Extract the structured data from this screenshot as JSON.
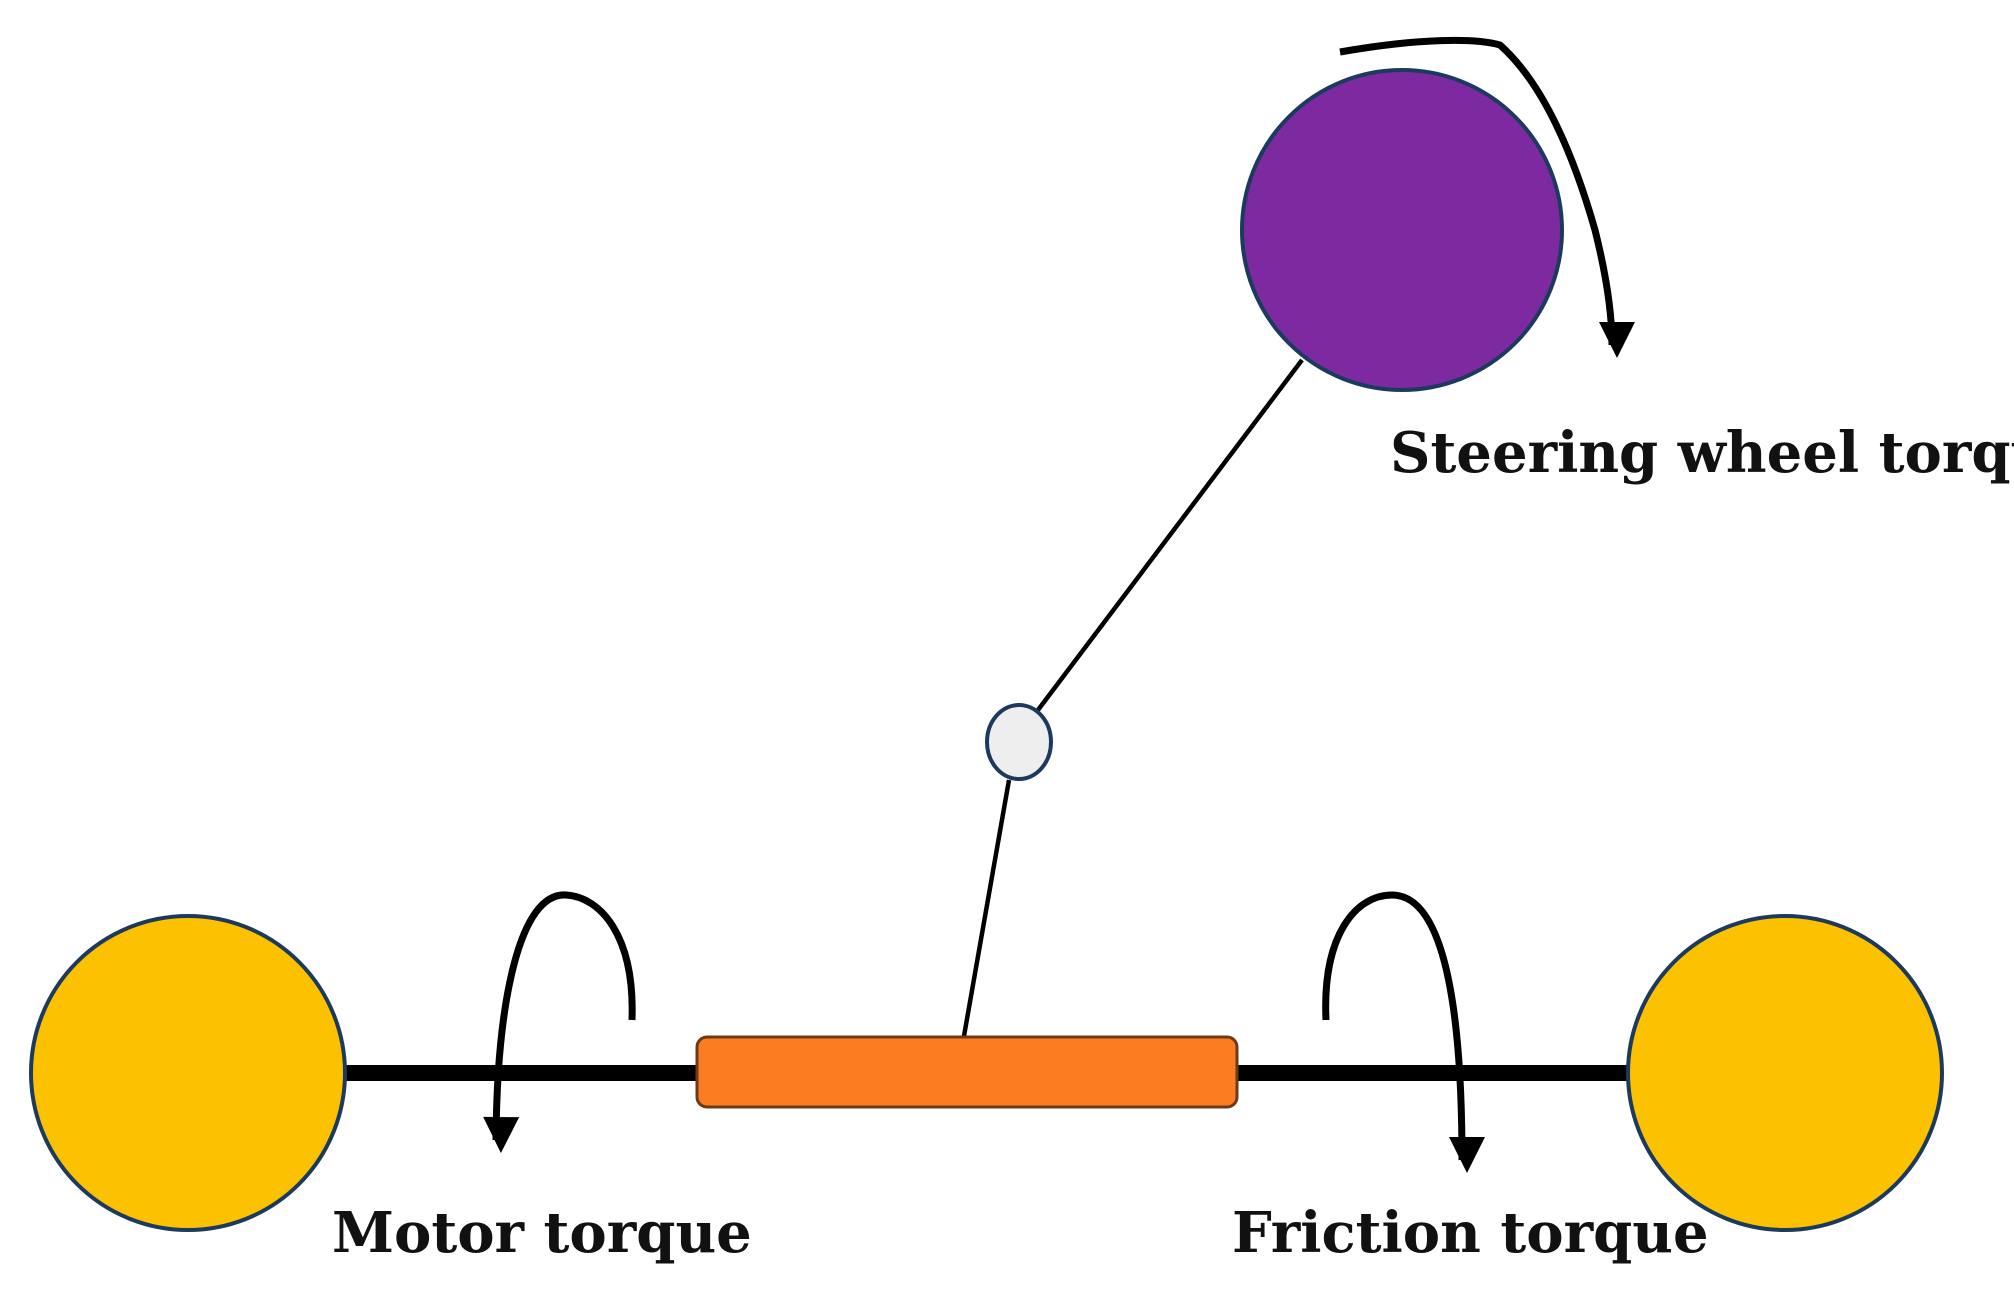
{
  "labels": {
    "steering_wheel_torque": "Steering wheel torque",
    "motor_torque": "Motor torque",
    "friction_torque": "Friction torque"
  },
  "colors": {
    "steering_wheel": "#7d2aa0",
    "road_wheel": "#fcc101",
    "rack": "#fc7c21",
    "joint": "#eeeeee",
    "outline": "#1c3a5e",
    "line": "#000000"
  }
}
